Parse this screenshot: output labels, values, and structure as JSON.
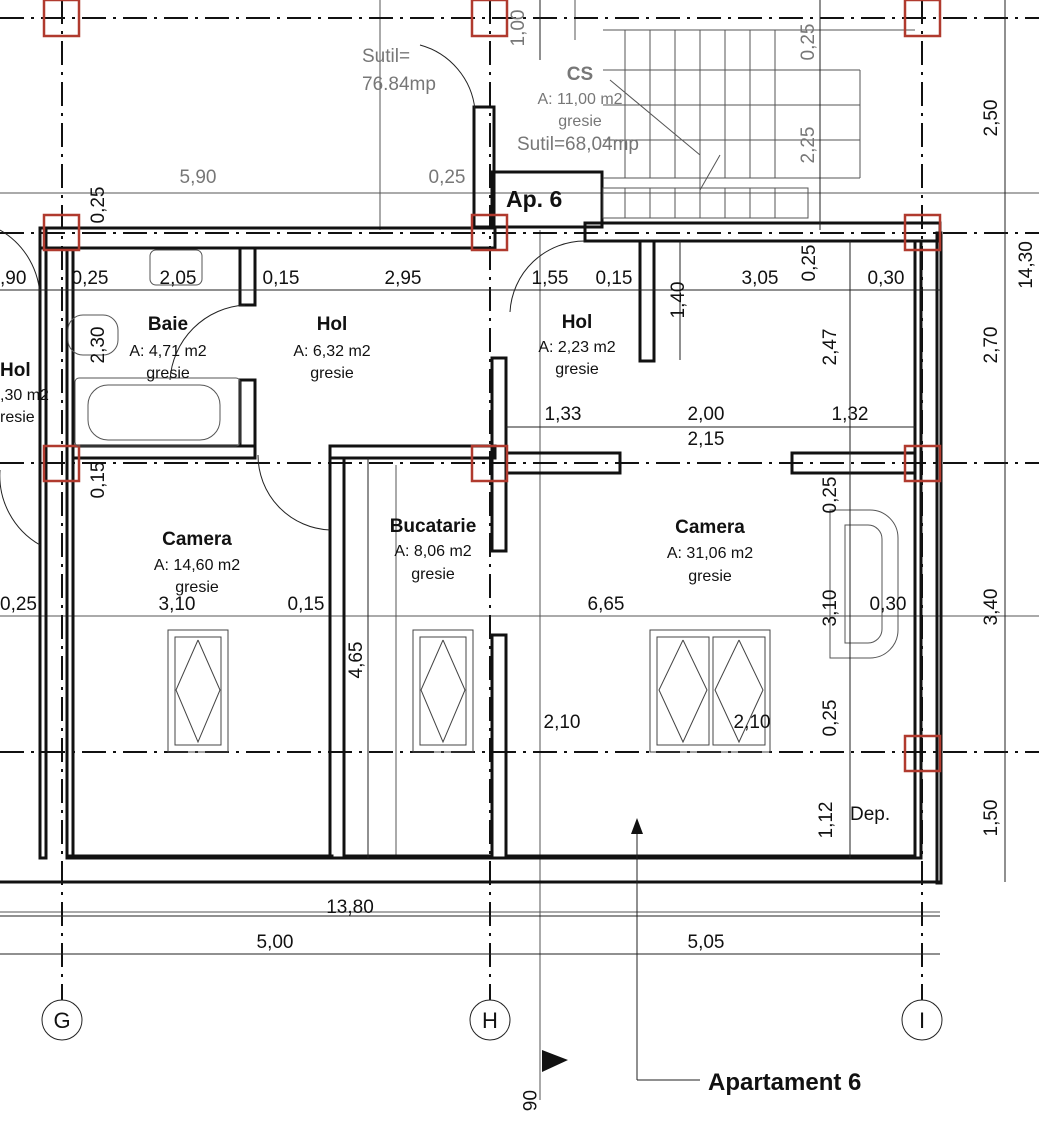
{
  "rooms": {
    "baie": {
      "name": "Baie",
      "area": "A: 4,71 m2",
      "finish": "gresie"
    },
    "hol1": {
      "name": "Hol",
      "area": "A: 6,32 m2",
      "finish": "gresie"
    },
    "hol2": {
      "name": "Hol",
      "area": "A: 2,23 m2",
      "finish": "gresie"
    },
    "holLeft": {
      "name": "Hol",
      "area": ",30 m2",
      "finish": "resie"
    },
    "camera1": {
      "name": "Camera",
      "area": "A: 14,60 m2",
      "finish": "gresie"
    },
    "bucatarie": {
      "name": "Bucatarie",
      "area": "A: 8,06 m2",
      "finish": "gresie"
    },
    "camera2": {
      "name": "Camera",
      "area": "A: 31,06 m2",
      "finish": "gresie"
    },
    "cs": {
      "name": "CS",
      "area": "A: 11,00 m2",
      "finish": "gresie",
      "sutil": "Sutil=68,04mp"
    },
    "dep": {
      "name": "Dep."
    }
  },
  "labels": {
    "ap6": "Ap. 6",
    "apartament": "Apartament 6",
    "sutilTop": "Sutil=",
    "sutilTopValue": "76.84mp",
    "sectionMark": "06"
  },
  "axes": {
    "g": "G",
    "h": "H",
    "i": "I"
  },
  "dims": {
    "d590": "5,90",
    "d025a": "0,25",
    "d025b": "0,25",
    "d025c": "0,25",
    "d025d": "0,25",
    "d025e": "0,25",
    "d025f": "0,25",
    "d025g": "0,25",
    "d025h": "0,25",
    "d205": "2,05",
    "d015a": "0,15",
    "d295": "2,95",
    "d155": "1,55",
    "d015b": "0,15",
    "d305": "3,05",
    "d030a": "0,30",
    "d030b": "0,30",
    "d090": ",90",
    "d230": "2,30",
    "d140": "1,40",
    "d247": "2,47",
    "d270": "2,70",
    "d250": "2,50",
    "d1430": "14,30",
    "d133": "1,33",
    "d200": "2,00",
    "d132": "1,32",
    "d215": "2,15",
    "d015c": "0,15",
    "d310a": "3,10",
    "d015d": "0,15",
    "d665": "6,65",
    "d310b": "3,10",
    "d340": "3,40",
    "d465": "4,65",
    "d210a": "2,10",
    "d210b": "2,10",
    "d112": "1,12",
    "d150": "1,50",
    "d1380": "13,80",
    "d500": "5,00",
    "d505": "5,05",
    "d100": "1,00",
    "d225": "2,25"
  }
}
